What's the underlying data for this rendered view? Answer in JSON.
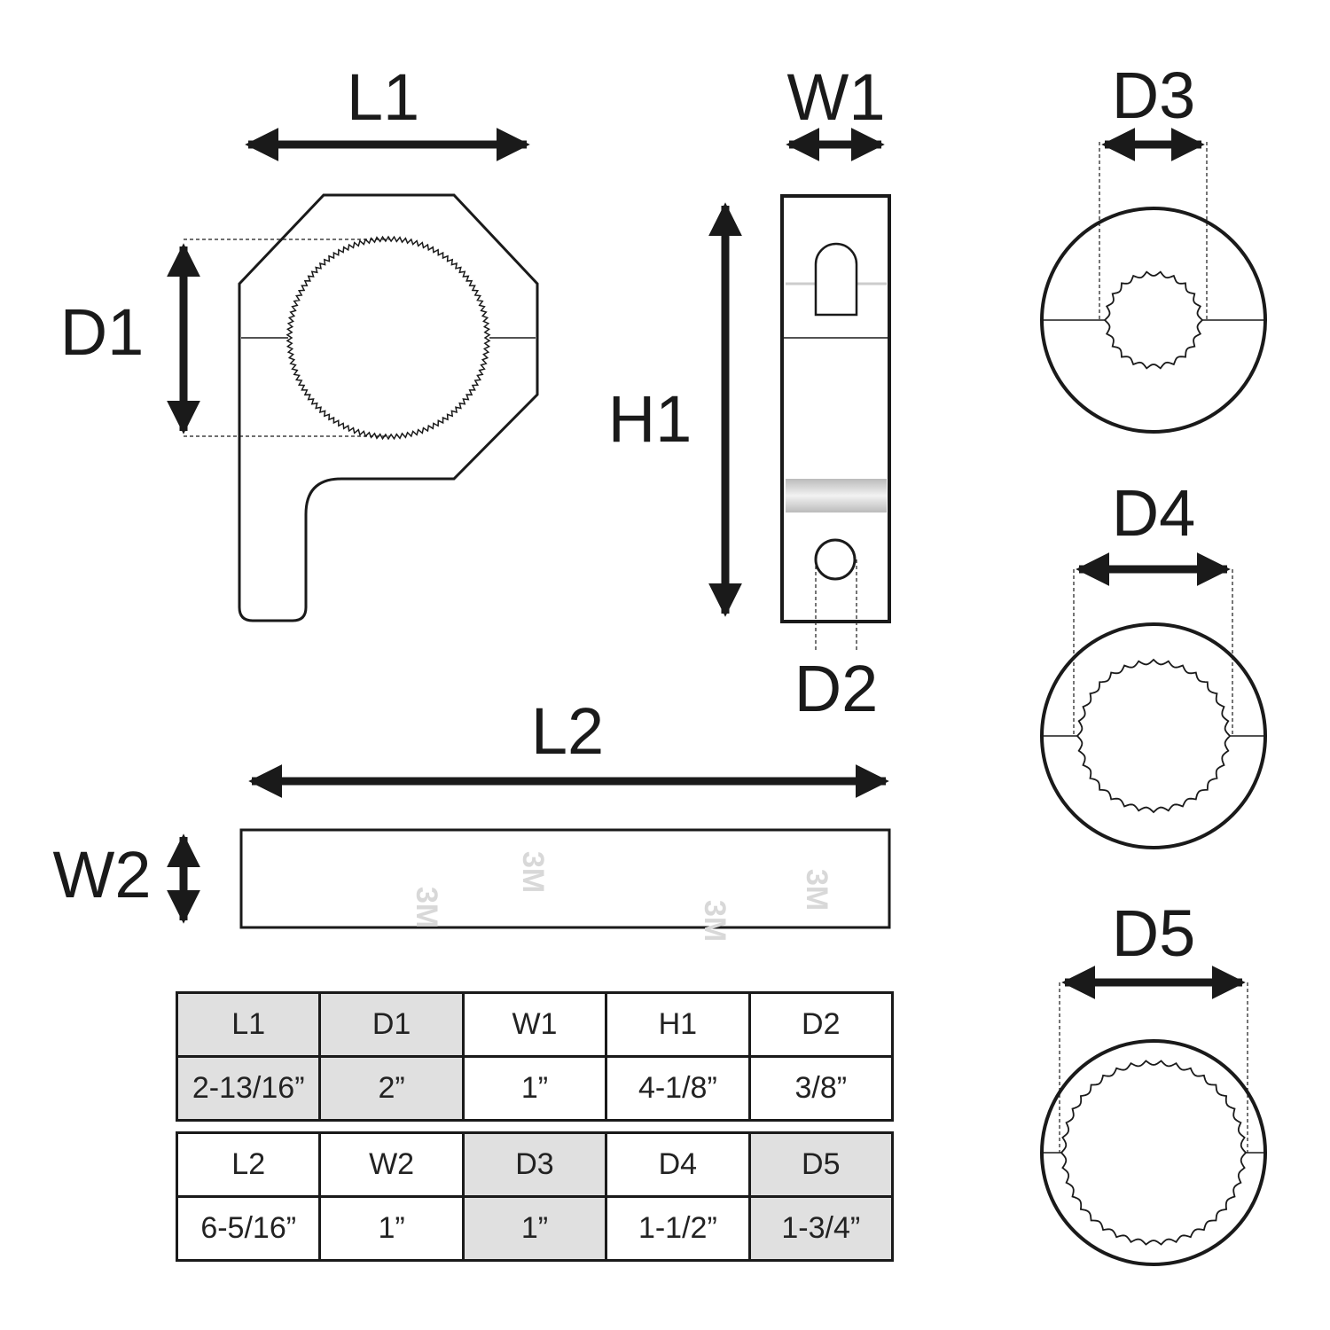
{
  "labels": {
    "L1": "L1",
    "D1": "D1",
    "W1": "W1",
    "H1": "H1",
    "D2": "D2",
    "L2": "L2",
    "W2": "W2",
    "D3": "D3",
    "D4": "D4",
    "D5": "D5"
  },
  "strip_watermark": "3M",
  "table": {
    "top": {
      "headers": [
        "L1",
        "D1",
        "W1",
        "H1",
        "D2"
      ],
      "values": [
        "2-13/16”",
        "2”",
        "1”",
        "4-1/8”",
        "3/8”"
      ]
    },
    "bottom": {
      "headers": [
        "L2",
        "W2",
        "D3",
        "D4",
        "D5"
      ],
      "values": [
        "6-5/16”",
        "1”",
        "1”",
        "1-1/2”",
        "1-3/4”"
      ]
    }
  },
  "colors": {
    "line": "#1a1a1a",
    "shade": "#e0e0e0"
  }
}
